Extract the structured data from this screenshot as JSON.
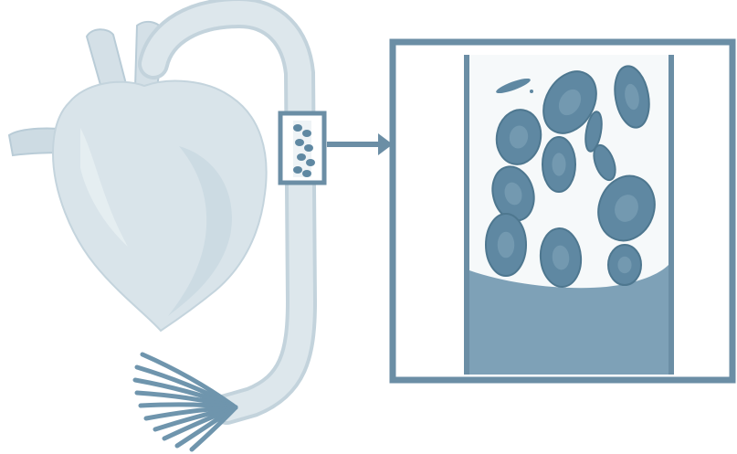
{
  "colors": {
    "background": "#ffffff",
    "heart_fill": "#d9e4ea",
    "heart_shade": "#b9ccd7",
    "vessel_fill": "#d4e0e7",
    "capillary": "#6f95ad",
    "frame": "#6b8ea5",
    "inset_bg": "#ffffff",
    "tube_fill": "#f6f9fa",
    "plasma": "#7ea1b7",
    "cell_fill": "#5f88a2",
    "cell_center": "#84a7bb",
    "cell_dark": "#4e778f"
  },
  "icons": {
    "heart": "heart-illustration",
    "vessel": "blood-vessel",
    "capillaries": "capillary-bed",
    "sample": "blood-sample-window",
    "arrow": "arrow-right-icon",
    "magnified": "magnified-blood-cells"
  },
  "diagram": {
    "red_cell_count": 11,
    "platelet_count": 3
  }
}
